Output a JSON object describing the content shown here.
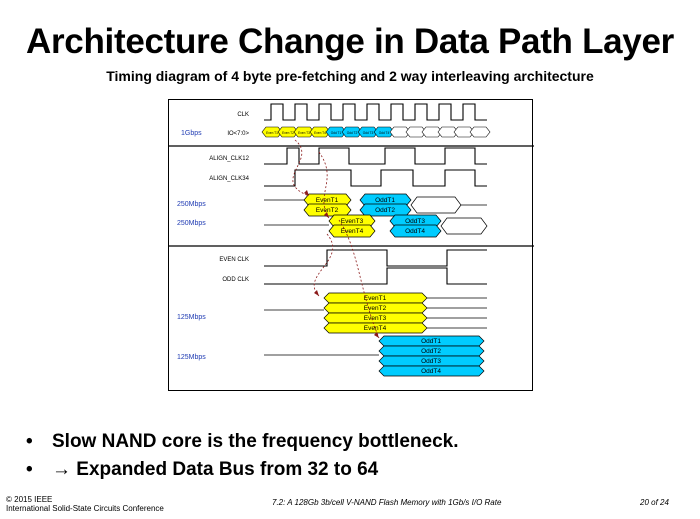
{
  "slide": {
    "title": "Architecture Change in Data Path Layer",
    "subtitle": "Timing diagram of 4 byte pre-fetching and 2 way interleaving architecture"
  },
  "diagram": {
    "signals": {
      "clk": "CLK",
      "io": "IO<7:0>",
      "align_clk12": "ALIGN_CLK12",
      "align_clk34": "ALIGN_CLK34",
      "even_clk": "EVEN CLK",
      "odd_clk": "ODD CLK"
    },
    "rates": {
      "io": "1Gbps",
      "mid1": "250Mbps",
      "mid2": "250Mbps",
      "low1": "125Mbps",
      "low2": "125Mbps"
    },
    "io_tokens": [
      "Even T1",
      "Even T2",
      "Even T3",
      "Even T4",
      "Odd T1",
      "Odd T2",
      "Odd T3",
      "Odd T4"
    ],
    "boxes": {
      "even_t1": "EvenT1",
      "even_t2": "EvenT2",
      "even_t3": "EvenT3",
      "even_t4": "EvenT4",
      "odd_t1": "OddT1",
      "odd_t2": "OddT2",
      "odd_t3": "OddT3",
      "odd_t4": "OddT4"
    },
    "colors": {
      "even": "#ffff00",
      "odd": "#00ccff",
      "rate_text": "#1f3bb3",
      "arrow": "#8b1a1a"
    }
  },
  "bullets": [
    {
      "symbol": "•",
      "text": "Slow NAND core is the frequency bottleneck."
    },
    {
      "symbol": "•",
      "text": "→ Expanded Data Bus from 32 to 64"
    }
  ],
  "footer": {
    "copyright": "© 2015 IEEE",
    "conference": "International Solid-State Circuits Conference",
    "paper": "7.2: A 128Gb 3b/cell V-NAND Flash Memory with 1Gb/s I/O Rate",
    "page": "20 of 24"
  }
}
